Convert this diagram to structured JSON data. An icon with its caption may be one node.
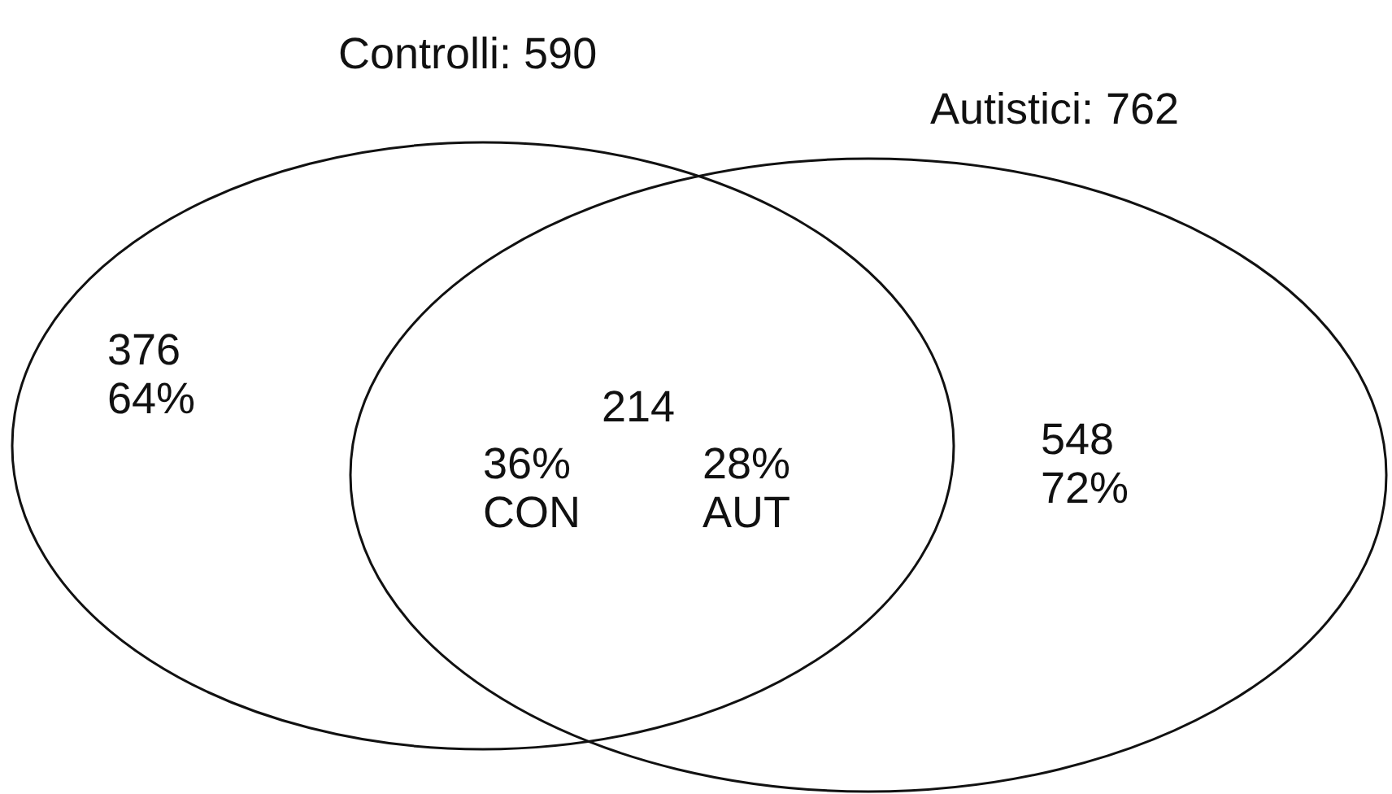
{
  "diagram": {
    "nodes": [
      {
        "text": [
          "Controlli: 590"
        ]
      },
      {
        "text": [
          "Autistici: 762"
        ]
      }
    ],
    "labels": [
      "376 64%",
      "214",
      "36% CON",
      "28% AUT",
      "548 72%"
    ]
  }
}
